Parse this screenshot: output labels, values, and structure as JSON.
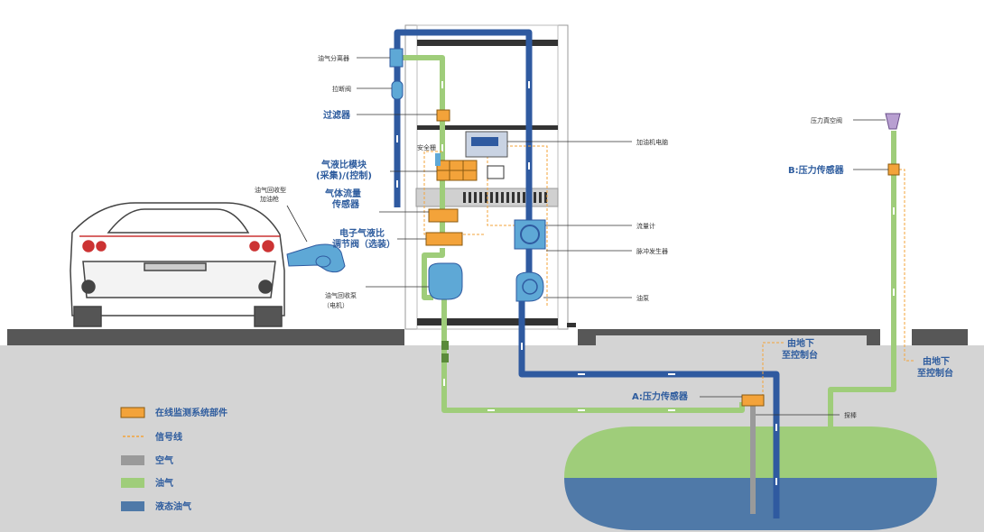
{
  "labels": {
    "separator": "油气分离器",
    "breakaway": "拉断阀",
    "filter": "过滤器",
    "computer": "加油机电脑",
    "safety_bar": "安全栅",
    "ratio_module_1": "气液比模块",
    "ratio_module_2": "(采集)/(控制)",
    "gas_flow_1": "气体流量",
    "gas_flow_2": "传感器",
    "nozzle_1": "油气回收型",
    "nozzle_2": "加油枪",
    "valve_1": "电子气液比",
    "valve_2": "调节阀（选装）",
    "flowmeter": "流量计",
    "pulser": "脉冲发生器",
    "vapor_pump_1": "油气回收泵",
    "vapor_pump_2": "（电机）",
    "oil_pump": "油泵",
    "vacuum_valve": "压力真空阀",
    "sensor_b": "B:压力传感器",
    "to_control_1_a": "由地下",
    "to_control_1_b": "至控制台",
    "to_control_2_a": "由地下",
    "to_control_2_b": "至控制台",
    "sensor_a": "A:压力传感器",
    "probe": "探棒"
  },
  "legend": [
    {
      "label": "在线监测系统部件",
      "color": "#f3a33a",
      "kind": "box"
    },
    {
      "label": "信号线",
      "color": "#f3a33a",
      "kind": "dash"
    },
    {
      "label": "空气",
      "color": "#9a9a9a",
      "kind": "box"
    },
    {
      "label": "油气",
      "color": "#9fcd7a",
      "kind": "box"
    },
    {
      "label": "液态油气",
      "color": "#4f79a8",
      "kind": "box"
    }
  ],
  "colors": {
    "component": "#f3a33a",
    "signal": "#f3a33a",
    "air": "#9a9a9a",
    "vapor": "#9fcd7a",
    "liquid": "#2f5aa0",
    "tank_liquid": "#4f79a8",
    "ground": "#d4d4d4"
  }
}
